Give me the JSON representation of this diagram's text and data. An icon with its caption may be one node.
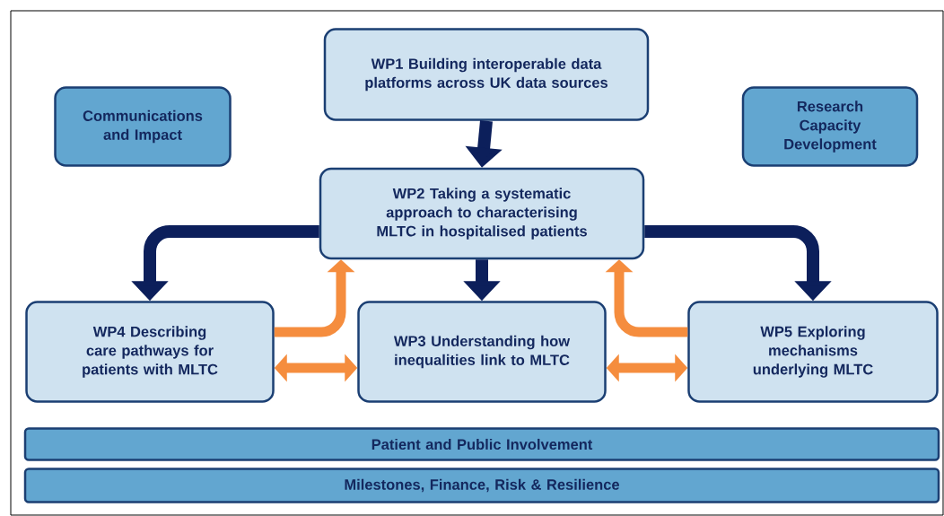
{
  "diagram": {
    "nodes": [
      {
        "text": [
          "Communications and Impact"
        ]
      },
      {
        "text": [
          "WP1 Building interoperable data platforms across UK data sources"
        ]
      },
      {
        "text": [
          "Research Capacity Development"
        ]
      },
      {
        "text": [
          "WP2 Taking a systematic approach to characterising MLTC in hospitalised patients"
        ]
      },
      {
        "text": [
          "WP4 Describing care pathways for patients with MLTC"
        ]
      },
      {
        "text": [
          "WP3 Understanding how inequalities link to MLTC"
        ]
      },
      {
        "text": [
          "WP5 Exploring mechanisms underlying MLTC"
        ]
      },
      {
        "text": [
          "Patient and Public Involvement"
        ]
      },
      {
        "text": [
          "Milestones, Finance, Risk & Resilience"
        ]
      }
    ],
    "edges": [
      {
        "from": 1,
        "to": 3,
        "arrow": "to"
      },
      {
        "from": 3,
        "to": 4,
        "arrow": "to"
      },
      {
        "from": 3,
        "to": 5,
        "arrow": "to"
      },
      {
        "from": 3,
        "to": 6,
        "arrow": "to"
      },
      {
        "from": 4,
        "to": 3,
        "arrow": "to",
        "color": "#f58d3e"
      },
      {
        "from": 6,
        "to": 3,
        "arrow": "to",
        "color": "#f58d3e"
      },
      {
        "from": 4,
        "to": 5,
        "arrow": "both",
        "color": "#f58d3e"
      },
      {
        "from": 5,
        "to": 6,
        "arrow": "both",
        "color": "#f58d3e"
      }
    ]
  }
}
